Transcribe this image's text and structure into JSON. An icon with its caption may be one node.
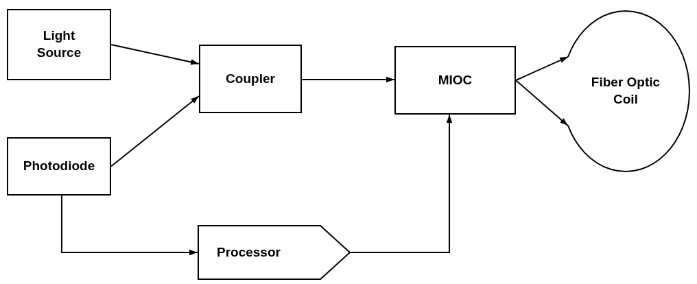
{
  "diagram": {
    "nodes": [
      {
        "text": [
          "Light Source"
        ]
      },
      {
        "text": [
          "Photodiode"
        ]
      },
      {
        "text": [
          "Coupler"
        ]
      },
      {
        "text": [
          "MIOC"
        ]
      },
      {
        "text": [
          "Fiber Optic Coil"
        ]
      },
      {
        "text": [
          "Processor"
        ]
      }
    ],
    "edges": [
      {
        "from": 0,
        "to": 2,
        "arrow": "to"
      },
      {
        "from": 1,
        "to": 2,
        "arrow": "to"
      },
      {
        "from": 2,
        "to": 3,
        "arrow": "to"
      },
      {
        "from": 3,
        "to": 4,
        "arrow": "to"
      },
      {
        "from": 3,
        "to": 4,
        "arrow": "to"
      },
      {
        "from": 1,
        "to": 5,
        "arrow": "to"
      },
      {
        "from": 5,
        "to": 3,
        "arrow": "to"
      }
    ]
  }
}
